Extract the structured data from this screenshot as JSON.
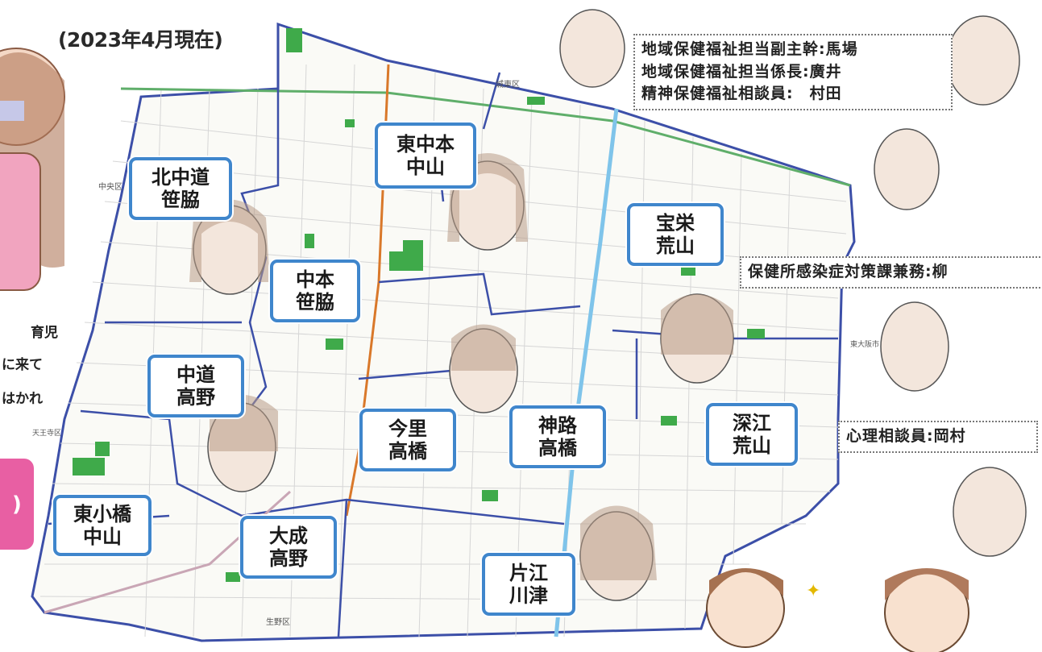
{
  "date_note": "(2023年4月現在)",
  "staff": {
    "line1": "地域保健福祉担当副主幹:馬場",
    "line2": "地域保健福祉担当係長:廣井",
    "line3": "精神保健福祉相談員:　村田",
    "infection": "保健所感染症対策課兼務:柳",
    "psych": "心理相談員:岡村"
  },
  "side_text": [
    "育児",
    "に来て",
    "はかれ"
  ],
  "pink_tab": ")",
  "districts": [
    {
      "line1": "北中道",
      "line2": "笹脇"
    },
    {
      "line1": "東中本",
      "line2": "中山"
    },
    {
      "line1": "宝栄",
      "line2": "荒山"
    },
    {
      "line1": "中本",
      "line2": "笹脇"
    },
    {
      "line1": "中道",
      "line2": "高野"
    },
    {
      "line1": "今里",
      "line2": "高橋"
    },
    {
      "line1": "神路",
      "line2": "高橋"
    },
    {
      "line1": "深江",
      "line2": "荒山"
    },
    {
      "line1": "東小橋",
      "line2": "中山"
    },
    {
      "line1": "大成",
      "line2": "高野"
    },
    {
      "line1": "片江",
      "line2": "川津"
    }
  ],
  "map_text": {
    "north_ward": "城東区",
    "south_ward": "生野区",
    "west_ward": "中央区",
    "east_ward": "東大阪市",
    "west_ward2": "天王寺区"
  },
  "colors": {
    "label_border": "#3f86cc",
    "road_blue": "#3c4fa8",
    "river_blue": "#7fc4ea",
    "park_green": "#3faa4a",
    "rail_orange": "#d9782a",
    "pink_tab": "#e85fa3"
  }
}
